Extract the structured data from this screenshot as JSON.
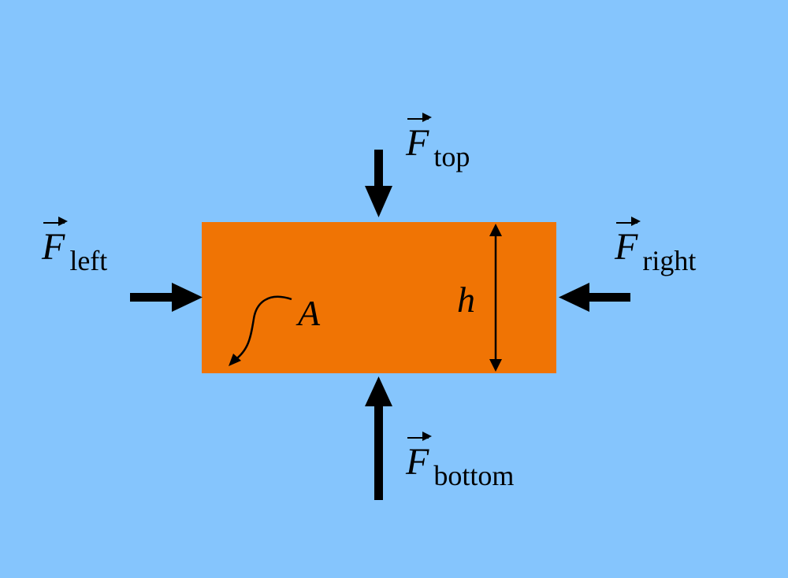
{
  "colors": {
    "background": "#85c5fd",
    "block_fill": "#f07404",
    "ink": "#000000"
  },
  "forces": {
    "top": {
      "symbol": "F",
      "subscript": "top",
      "direction": "down"
    },
    "left": {
      "symbol": "F",
      "subscript": "left",
      "direction": "right"
    },
    "right": {
      "symbol": "F",
      "subscript": "right",
      "direction": "left"
    },
    "bottom": {
      "symbol": "F",
      "subscript": "bottom",
      "direction": "up"
    }
  },
  "labels": {
    "area": "A",
    "height": "h"
  }
}
